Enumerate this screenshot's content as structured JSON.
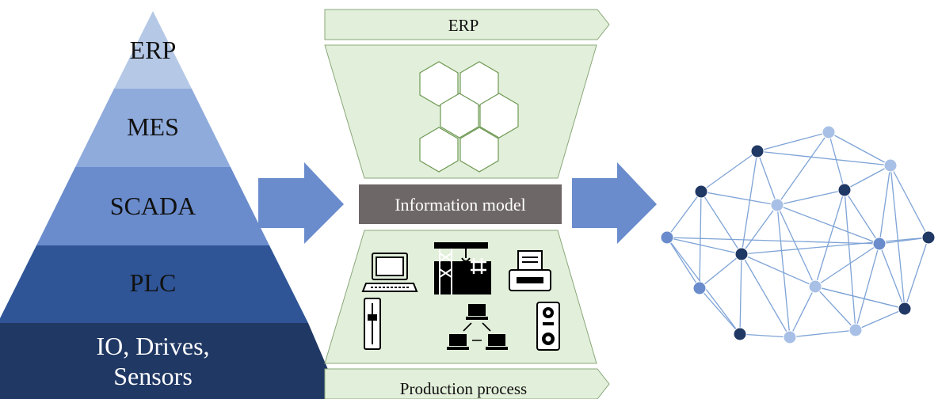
{
  "pyramid": {
    "levels": [
      {
        "label": "ERP",
        "color": "#b5c8e6",
        "text_color": "#111111"
      },
      {
        "label": "MES",
        "color": "#8fabdc",
        "text_color": "#111111"
      },
      {
        "label": "SCADA",
        "color": "#6a8ccc",
        "text_color": "#111111"
      },
      {
        "label": "PLC",
        "color": "#2f5597",
        "text_color": "#111111"
      },
      {
        "label_line1": "IO, Drives,",
        "label_line2": "Sensors",
        "color": "#203864",
        "text_color": "#ffffff"
      }
    ]
  },
  "middle": {
    "top_arrow_label": "ERP",
    "center_label": "Information model",
    "bottom_arrow_label": "Production process",
    "panel_color": "#e2efda",
    "center_color": "#6e6767",
    "hexagons": 6,
    "devices": [
      "computer-terminal-icon",
      "factory-crane-icon",
      "printer-icon",
      "slider-control-icon",
      "network-computers-icon",
      "drive-unit-icon"
    ]
  },
  "arrows": {
    "color": "#6a8ccc"
  },
  "network": {
    "node_colors": {
      "light": "#a9c0e6",
      "mid": "#6a8ccc",
      "dark": "#203864"
    },
    "edge_color": "#7ea3d6"
  }
}
